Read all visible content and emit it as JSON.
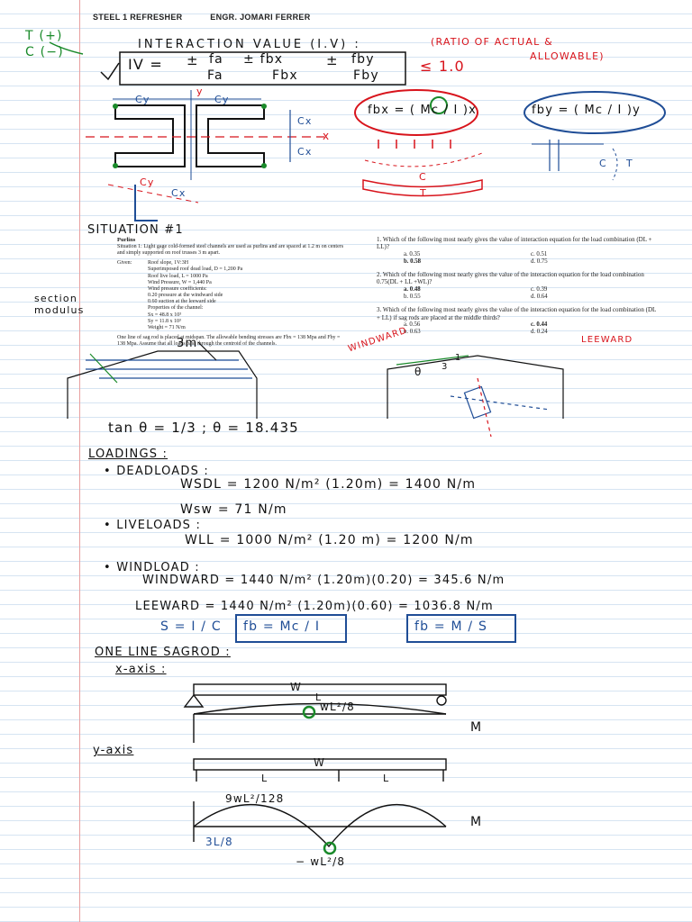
{
  "header": {
    "title": "STEEL 1 REFRESHER",
    "author": "ENGR. JOMARI FERRER"
  },
  "margin_notes": {
    "tension": "T (+)",
    "compression": "C (−)"
  },
  "interaction": {
    "title": "INTERACTION VALUE (I.V) :",
    "ratio_note_1": "(RATIO OF ACTUAL &",
    "ratio_note_2": "ALLOWABLE)",
    "lhs": "IV =",
    "pm1": "±",
    "term1_num": "fa",
    "term1_den": "Fa",
    "pm2": "± fbx",
    "term2_den": "Fbx",
    "pm3": "±",
    "term3_num": "fby",
    "term3_den": "Fby",
    "limit": "≤ 1.0"
  },
  "section": {
    "cy": "Cy",
    "cx": "Cx",
    "y": "y",
    "x": "x"
  },
  "bending": {
    "fbx": "fbx = ( Mc / I )x",
    "fby": "fby = ( Mc / I )y",
    "c": "C",
    "t": "T"
  },
  "situation": {
    "handwritten_title": "SITUATION #1",
    "section_note_1": "section",
    "section_note_2": "modulus",
    "heading": "Purlins",
    "intro": "Situation 1: Light gage cold-formed steel channels are used as purlins and are spaced at 1.2 m on centers and simply supported on roof trusses 3 m apart.",
    "given_label": "Given:",
    "given": [
      "Roof slope, 1V:3H",
      "Superimposed roof dead load, D = 1,200 Pa",
      "Roof live load, L = 1000 Pa",
      "Wind Pressure, W = 1,440 Pa",
      "Wind pressure coefficients:",
      "0.20 pressure at the windward side",
      "0.60 suction at the leeward side",
      "Properties of the channel:",
      "Sx = 48.8 x 10³",
      "Sy = 11.8 x 10³",
      "Weight = 71 N/m"
    ],
    "sag_text": "One line of sag rod is placed at midspan. The allowable bending stresses are Fbx = 138 Mpa and Fby = 138 Mpa. Assume that all loads pass through the centroid of the channels."
  },
  "questions": [
    {
      "text": "1. Which of the following most nearly gives the value of interaction equation for the load combination (DL + LL)?",
      "options": [
        "a. 0.35",
        "c. 0.51",
        "b. 0.58",
        "d. 0.75"
      ],
      "answer_index": 2
    },
    {
      "text": "2. Which of the following most nearly gives the value of the interaction equation for the load combination 0.75(DL + LL +WL)?",
      "options": [
        "a. 0.48",
        "c. 0.39",
        "b. 0.55",
        "d. 0.64"
      ],
      "answer_index": 0
    },
    {
      "text": "3. Which of the following most nearly gives the value of the interaction equation for the load combination (DL + LL) if sag rods are placed at the middle thirds?",
      "options": [
        "a. 0.56",
        "c. 0.44",
        "b. 0.63",
        "d. 0.24"
      ],
      "answer_index": 1
    }
  ],
  "truss": {
    "span": "3m",
    "windward": "WINDWARD",
    "leeward": "LEEWARD",
    "slope_1": "1",
    "slope_3": "3",
    "theta": "θ"
  },
  "angle_eq": {
    "text": "tan θ = 1/3 ;  θ = 18.435"
  },
  "loadings": {
    "title": "LOADINGS :",
    "dead_title": "• DEADLOADS :",
    "w_sdl": "WSDL = 1200 N/m² (1.20m) = 1400 N/m",
    "w_sw": "Wsw = 71 N/m",
    "live_title": "• LIVELOADS :",
    "w_ll": "WLL = 1000 N/m² (1.20 m) = 1200 N/m",
    "wind_title": "• WINDLOAD :",
    "windward_eq": "WINDWARD = 1440 N/m² (1.20m)(0.20) = 345.6 N/m",
    "leeward_eq": "LEEWARD = 1440 N/m² (1.20m)(0.60) = 1036.8 N/m",
    "s_eq": "S = I / C",
    "fb_mc": "fb = Mc / I",
    "fb_ms": "fb = M / S"
  },
  "sagrod": {
    "title": "ONE LINE SAGROD :",
    "x_axis": "x-axis :",
    "y_axis": "y-axis",
    "w": "W",
    "l": "L",
    "wl2_8": "wL²/8",
    "m": "M",
    "9wl2_128": "9wL²/128",
    "three_l_8": "3L/8",
    "neg_wl2_8": "− wL²/8"
  }
}
